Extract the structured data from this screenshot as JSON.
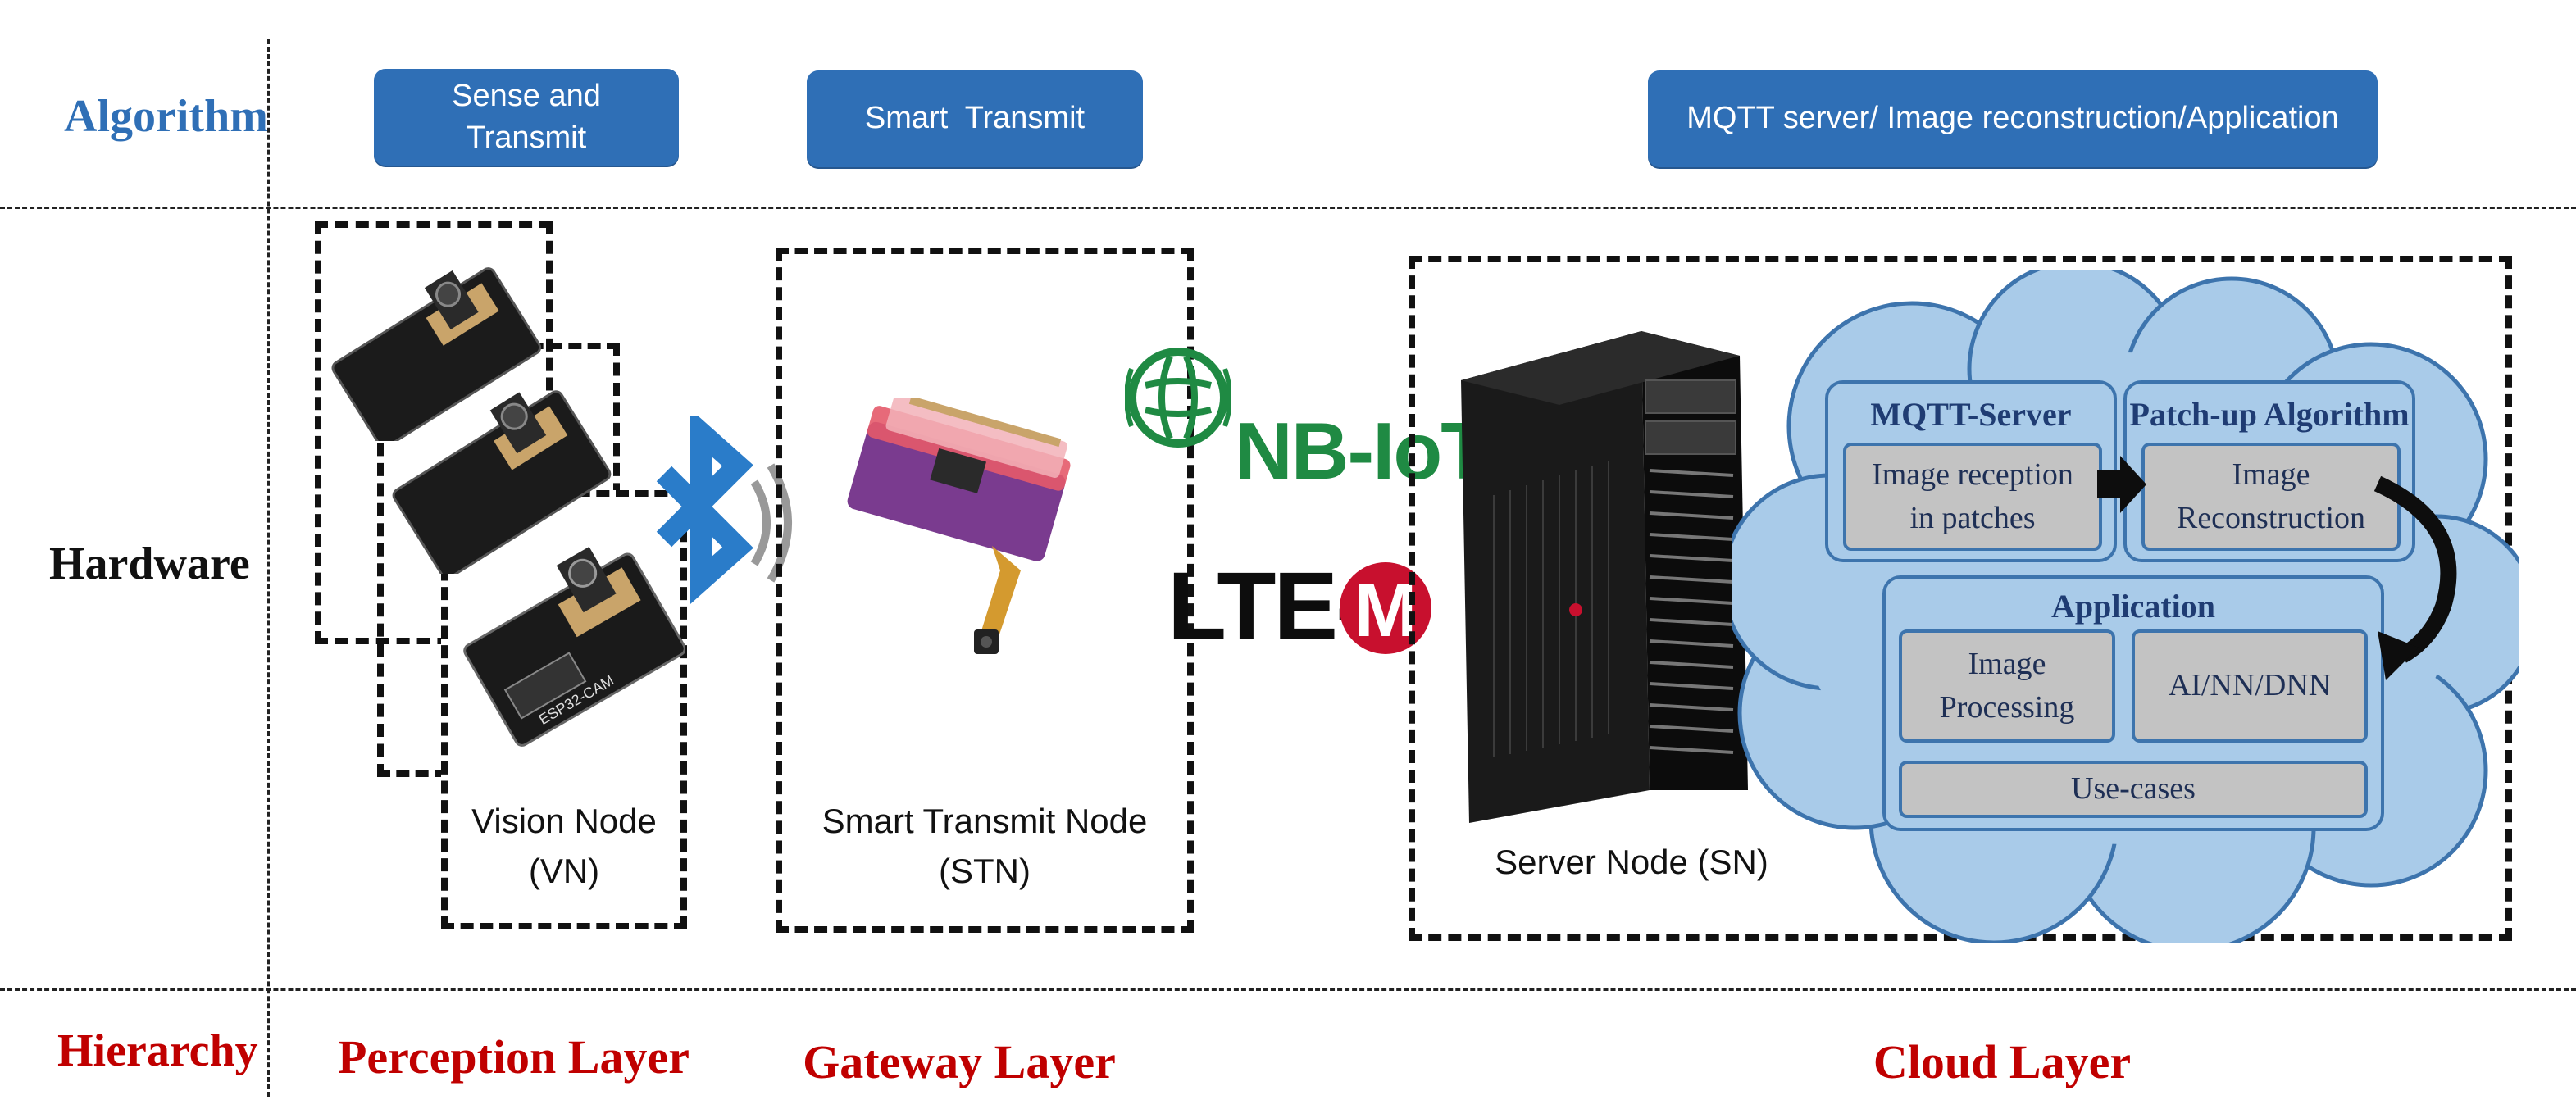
{
  "rows": {
    "algorithm": "Algorithm",
    "hardware": "Hardware",
    "hierarchy": "Hierarchy"
  },
  "algorithm_boxes": {
    "sense": "Sense and\nTransmit",
    "smart": "Smart  Transmit",
    "cloud": "MQTT server/ Image reconstruction/Application"
  },
  "nodes": {
    "vision": "Vision Node\n(VN)",
    "stn": "Smart Transmit Node\n(STN)",
    "server": "Server Node (SN)"
  },
  "board_label": "ESP32-CAM",
  "logos": {
    "nbiot": "NB-IoT",
    "ltem_prefix": "LTE-",
    "ltem_letter": "M"
  },
  "cloud": {
    "mqtt_title": "MQTT-Server",
    "mqtt_box": "Image reception\nin patches",
    "patch_title": "Patch-up Algorithm",
    "patch_box": "Image\nReconstruction",
    "app_title": "Application",
    "app_box1": "Image\nProcessing",
    "app_box2": "AI/NN/DNN",
    "app_box3": "Use-cases"
  },
  "layers": {
    "perception": "Perception Layer",
    "gateway": "Gateway Layer",
    "cloud": "Cloud Layer"
  },
  "colors": {
    "algorithm_label": "#2f6fb6",
    "layer_label": "#c00000",
    "box_blue": "#2f6fb6",
    "bluetooth": "#2a7cc9",
    "nbiot_green": "#1f8a43",
    "cloud_fill": "#a9cbe9"
  }
}
